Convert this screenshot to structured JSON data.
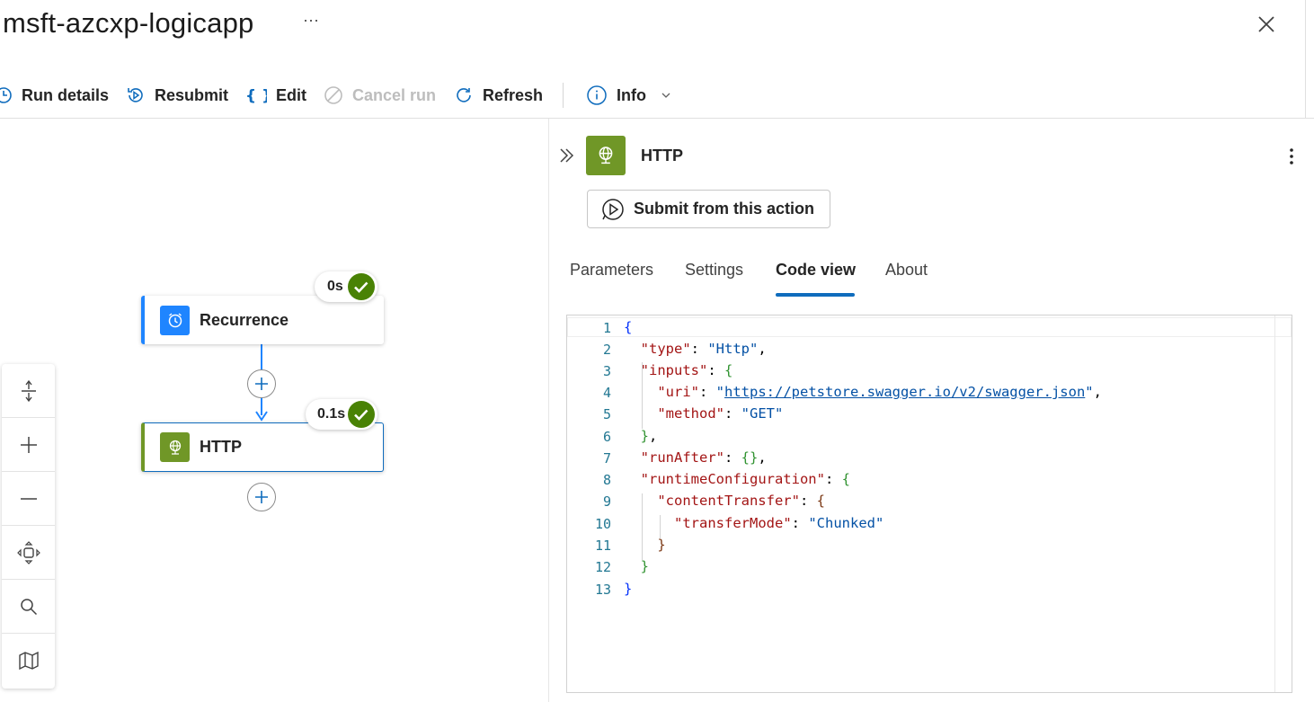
{
  "header": {
    "title": "msft-azcxp-logicapp",
    "more_label": "···"
  },
  "toolbar": {
    "run_details": "Run details",
    "resubmit": "Resubmit",
    "edit": "Edit",
    "cancel_run": "Cancel run",
    "refresh": "Refresh",
    "info": "Info"
  },
  "canvas": {
    "nodes": [
      {
        "label": "Recurrence",
        "duration": "0s",
        "status": "succeeded"
      },
      {
        "label": "HTTP",
        "duration": "0.1s",
        "status": "succeeded"
      }
    ]
  },
  "panel": {
    "action_title": "HTTP",
    "submit_button": "Submit from this action",
    "tabs": [
      {
        "label": "Parameters",
        "active": false
      },
      {
        "label": "Settings",
        "active": false
      },
      {
        "label": "Code view",
        "active": true
      },
      {
        "label": "About",
        "active": false
      }
    ],
    "code_line_numbers": [
      "1",
      "2",
      "3",
      "4",
      "5",
      "6",
      "7",
      "8",
      "9",
      "10",
      "11",
      "12",
      "13"
    ],
    "code": {
      "type_key": "\"type\"",
      "type_val": "\"Http\"",
      "inputs_key": "\"inputs\"",
      "uri_key": "\"uri\"",
      "uri_val": "https://petstore.swagger.io/v2/swagger.json",
      "method_key": "\"method\"",
      "method_val": "\"GET\"",
      "runafter_key": "\"runAfter\"",
      "runtime_key": "\"runtimeConfiguration\"",
      "content_key": "\"contentTransfer\"",
      "mode_key": "\"transferMode\"",
      "mode_val": "\"Chunked\""
    }
  },
  "colors": {
    "accent": "#0f6cbd",
    "recurrence_icon_bg": "#1f85ff",
    "http_icon_bg": "#709727",
    "success_green": "#498205"
  }
}
